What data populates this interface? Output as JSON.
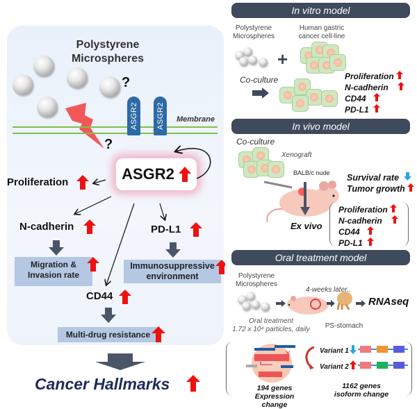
{
  "left_panel": {
    "title": "Polystyrene\nMicrospheres",
    "question_mark": "?",
    "receptors": [
      "ASGR2",
      "ASGR2"
    ],
    "membrane_label": "Membrane",
    "center_node": "ASGR2",
    "nodes": {
      "proliferation": "Proliferation",
      "n_cadherin": "N-cadherin",
      "pd_l1": "PD-L1",
      "cd44": "CD44"
    },
    "outcomes": {
      "migration": "Migration &\nInvasion rate",
      "immuno": "Immunosuppressive\nenvironment",
      "mdr": "Multi-drug resistance"
    },
    "conclusion": "Cancer Hallmarks"
  },
  "in_vitro": {
    "header": "In vitro model",
    "label_ps": "Polystyrene\nMicrospheres",
    "label_cells": "Human gastric\ncancer cell-line",
    "coculture": "Co-culture",
    "results": [
      "Proliferation",
      "N-cadherin",
      "CD44",
      "PD-L1"
    ]
  },
  "in_vivo": {
    "header": "In vivo model",
    "coculture": "Co-culture",
    "xenograft": "Xenograft",
    "mouse": "BALB/c  nude",
    "outcomes": [
      {
        "label": "Survival rate",
        "direction": "down"
      },
      {
        "label": "Tumor growth",
        "direction": "up"
      }
    ],
    "ex_vivo": "Ex vivo",
    "results": [
      "Proliferation",
      "N-cadherin",
      "CD44",
      "PD-L1"
    ]
  },
  "oral": {
    "header": "Oral treatment model",
    "label_ps": "Polystyrene\nMicrospheres",
    "later": "4-weeks later..",
    "treatment": "Oral treatment",
    "dose": "1.72 x 10⁴ particles, daily",
    "stomach": "PS-stomach",
    "rnaseq": "RNAseq",
    "expression": "194 genes\nExpression change",
    "isoform": "1162 genes\nisoform change",
    "variant1": "Variant 1",
    "variant2": "Variant 2"
  },
  "colors": {
    "up_arrow": "#ee1111",
    "down_arrow": "#29a6e0",
    "header_bg": "#3f4a5c",
    "membrane": "#7cc24a",
    "receptor": "#2e6aa6",
    "outcome_box": "#b4c8e4",
    "block_arrow": "#4a5568",
    "conclusion_text": "#1d2b5a"
  }
}
